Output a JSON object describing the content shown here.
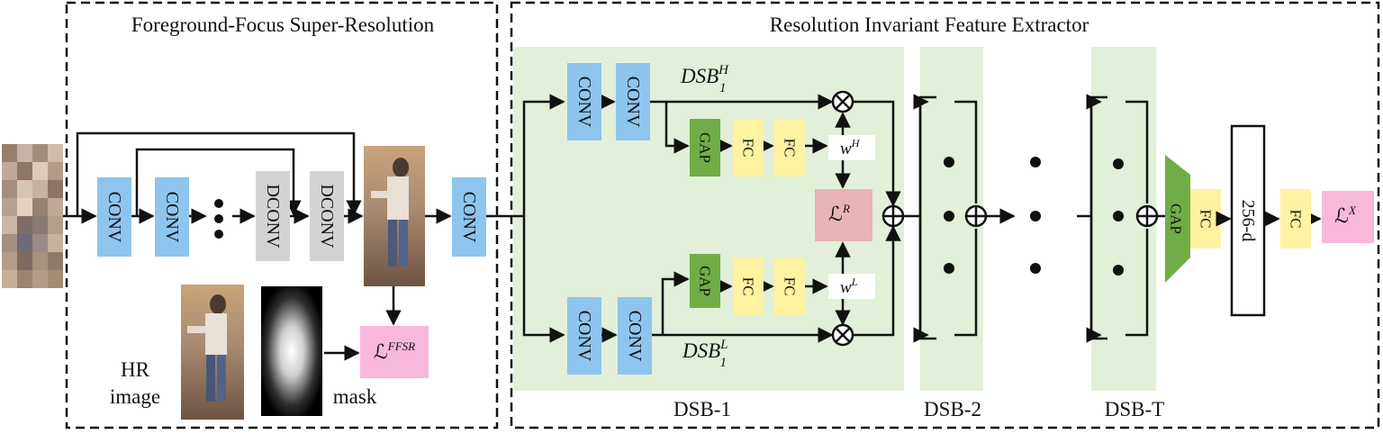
{
  "sections": {
    "ffsr_title": "Foreground-Focus Super-Resolution",
    "rife_title": "Resolution Invariant Feature Extractor"
  },
  "blocks": {
    "conv": "CONV",
    "dconv": "DCONV",
    "gap": "GAP",
    "fc": "FC",
    "feat": "256-d"
  },
  "labels": {
    "hr_line1": "HR",
    "hr_line2": "image",
    "mask": "mask",
    "dsb1": "DSB-1",
    "dsb2": "DSB-2",
    "dsbT": "DSB-T"
  },
  "math": {
    "dsb_h_base": "DSB",
    "dsb_h_sub": "1",
    "dsb_h_sup": "H",
    "dsb_l_base": "DSB",
    "dsb_l_sub": "1",
    "dsb_l_sup": "L",
    "wh_base": "w",
    "wh_sup": "H",
    "wl_base": "w",
    "wl_sup": "L",
    "loss_r_base": "ℒ",
    "loss_r_sup": "R",
    "loss_ffsr_base": "ℒ",
    "loss_ffsr_sup": "FFSR",
    "loss_x_base": "ℒ",
    "loss_x_sup": "X"
  },
  "colors": {
    "conv": "#8ec5ee",
    "dconv": "#d3d3d3",
    "gap": "#70ad47",
    "fc": "#fff2a0",
    "loss_r": "#e8b4b4",
    "loss": "#f7b8dc",
    "dsb_bg": "#e2efd9"
  }
}
